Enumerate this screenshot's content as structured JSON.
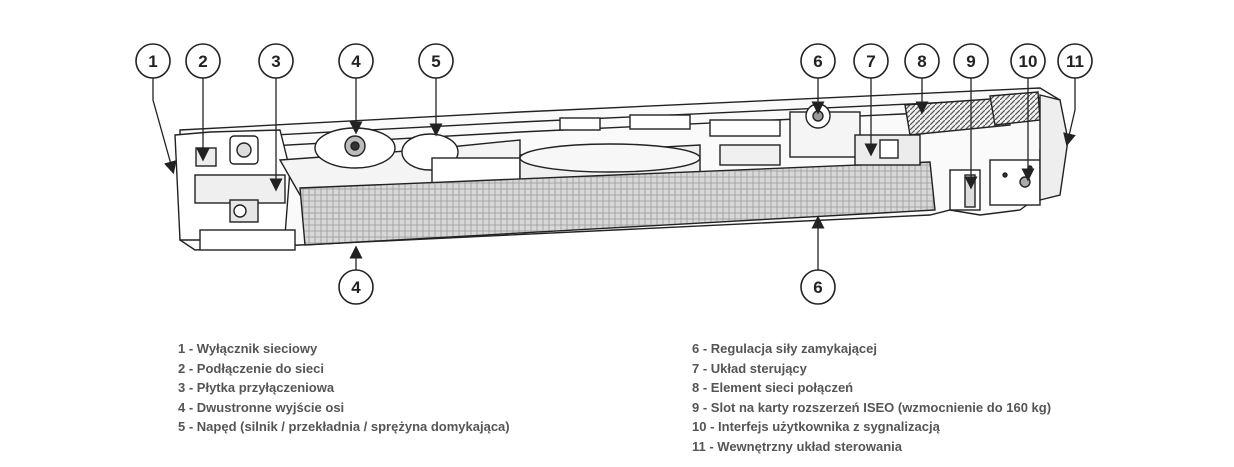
{
  "callouts": {
    "top": [
      "1",
      "2",
      "3",
      "4",
      "5",
      "6",
      "7",
      "8",
      "9",
      "10",
      "11"
    ],
    "bottom": [
      "4",
      "6"
    ]
  },
  "legend": {
    "left": [
      "1 - Wyłącznik sieciowy",
      "2 - Podłączenie do sieci",
      "3 - Płytka przyłączeniowa",
      "4 - Dwustronne wyjście osi",
      "5 - Napęd (silnik / przekładnia / sprężyna domykająca)"
    ],
    "right": [
      "6 - Regulacja siły zamykającej",
      "7 - Układ sterujący",
      "8 - Element sieci połączeń",
      "9 - Slot na karty rozszerzeń ISEO (wzmocnienie do 160 kg)",
      "10 - Interfejs użytkownika z sygnalizacją",
      "11 - Wewnętrzny układ sterowania"
    ]
  }
}
